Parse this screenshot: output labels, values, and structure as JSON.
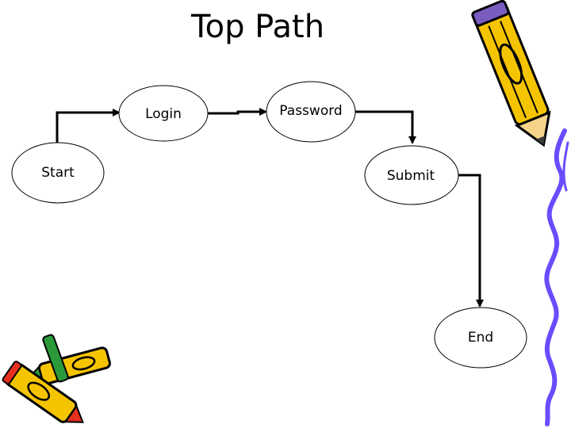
{
  "slide": {
    "title": "Top Path"
  },
  "diagram": {
    "nodes": [
      {
        "id": "start",
        "label": "Start"
      },
      {
        "id": "login",
        "label": "Login"
      },
      {
        "id": "password",
        "label": "Password"
      },
      {
        "id": "submit",
        "label": "Submit"
      },
      {
        "id": "end",
        "label": "End"
      }
    ],
    "edges": [
      {
        "from": "start",
        "to": "login"
      },
      {
        "from": "login",
        "to": "password"
      },
      {
        "from": "password",
        "to": "submit"
      },
      {
        "from": "submit",
        "to": "end"
      }
    ]
  },
  "decorations": {
    "pencil_colors": {
      "body": "#f5c400",
      "outline": "#000000",
      "eraser": "#7a5cc0",
      "tip": "#3a3a3a"
    },
    "crayon_colors": {
      "yellow": "#f5c400",
      "red": "#e53020",
      "green": "#2a9a3a"
    },
    "squiggle_color": "#6a4cff",
    "icons": [
      "pencil-clipart-icon",
      "crayons-clipart-icon",
      "squiggle-border-icon"
    ]
  }
}
